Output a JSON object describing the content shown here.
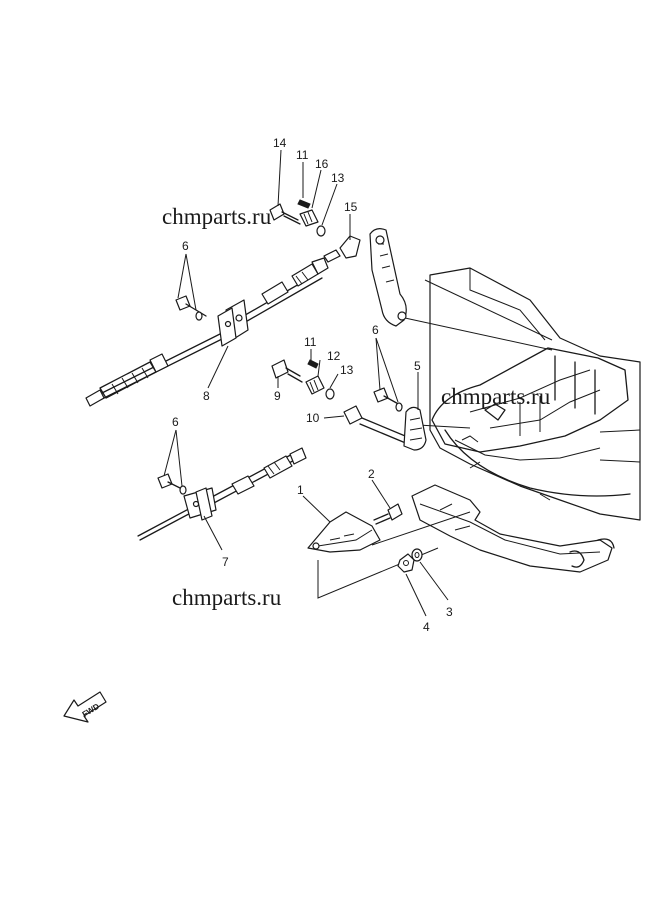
{
  "watermarks": [
    "chmparts.ru",
    "chmparts.ru",
    "chmparts.ru"
  ],
  "fwd_label": "FWD",
  "callouts": {
    "n14": "14",
    "n11a": "11",
    "n16": "16",
    "n13a": "13",
    "n15": "15",
    "n6a": "6",
    "n8": "8",
    "n11b": "11",
    "n12": "12",
    "n13b": "13",
    "n9": "9",
    "n10": "10",
    "n6b": "6",
    "n5": "5",
    "n6c": "6",
    "n7": "7",
    "n2": "2",
    "n1": "1",
    "n3": "3",
    "n4": "4"
  }
}
